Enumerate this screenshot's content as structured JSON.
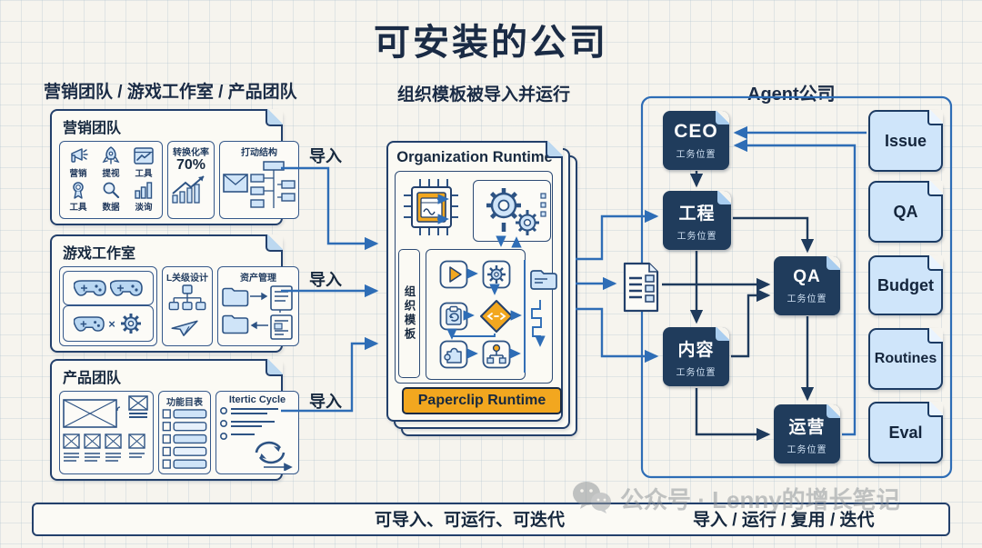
{
  "title": "可安装的公司",
  "header": {
    "left": "营销团队 / 游戏工作室 / 产品团队",
    "center": "组织模板被导入并运行",
    "right": "Agent公司"
  },
  "marketing": {
    "title": "营销团队",
    "icons": [
      {
        "label": "营销",
        "icon": "megaphone-icon"
      },
      {
        "label": "提视",
        "icon": "rocket-icon"
      },
      {
        "label": "工具",
        "icon": "browser-chart-icon"
      },
      {
        "label": "工具",
        "icon": "award-icon"
      },
      {
        "label": "数据",
        "icon": "magnifier-icon"
      },
      {
        "label": "淡询",
        "icon": "bar-chart-icon"
      }
    ],
    "conversion": {
      "title": "转换化率",
      "value": "70%"
    },
    "structure": {
      "title": "打动结构"
    }
  },
  "game": {
    "title": "游戏工作室",
    "level": {
      "title": "L关级设计"
    },
    "asset": {
      "title": "资产管理"
    }
  },
  "product": {
    "title": "产品团队",
    "features": {
      "title": "功能目表"
    },
    "cycle": {
      "title": "Itertic Cycle"
    }
  },
  "imports": [
    "导入",
    "导入",
    "导入"
  ],
  "runtime": {
    "title": "Organization Runtime",
    "sidebar": "组织模板",
    "banner": "Paperclip Runtime"
  },
  "agent": {
    "nodes": [
      {
        "label": "CEO",
        "sub": "工务位置"
      },
      {
        "label": "工程",
        "sub": "工务位置"
      },
      {
        "label": "QA",
        "sub": "工务位置"
      },
      {
        "label": "内容",
        "sub": "工务位置"
      },
      {
        "label": "运营",
        "sub": "工务位置"
      }
    ],
    "docs": [
      "Issue",
      "QA",
      "Budget",
      "Routines",
      "Eval"
    ]
  },
  "footer": {
    "left": "可导入、可运行、可迭代",
    "right": "导入 / 运行 / 复用 / 迭代"
  },
  "watermark": {
    "text": "公众号 · Lenny的增长笔记"
  },
  "colors": {
    "navy": "#1e3a5c",
    "blue": "#2e6db6",
    "orange": "#f2a71f",
    "light_blue": "#cfe4f8",
    "paper": "#f6f4ee"
  }
}
